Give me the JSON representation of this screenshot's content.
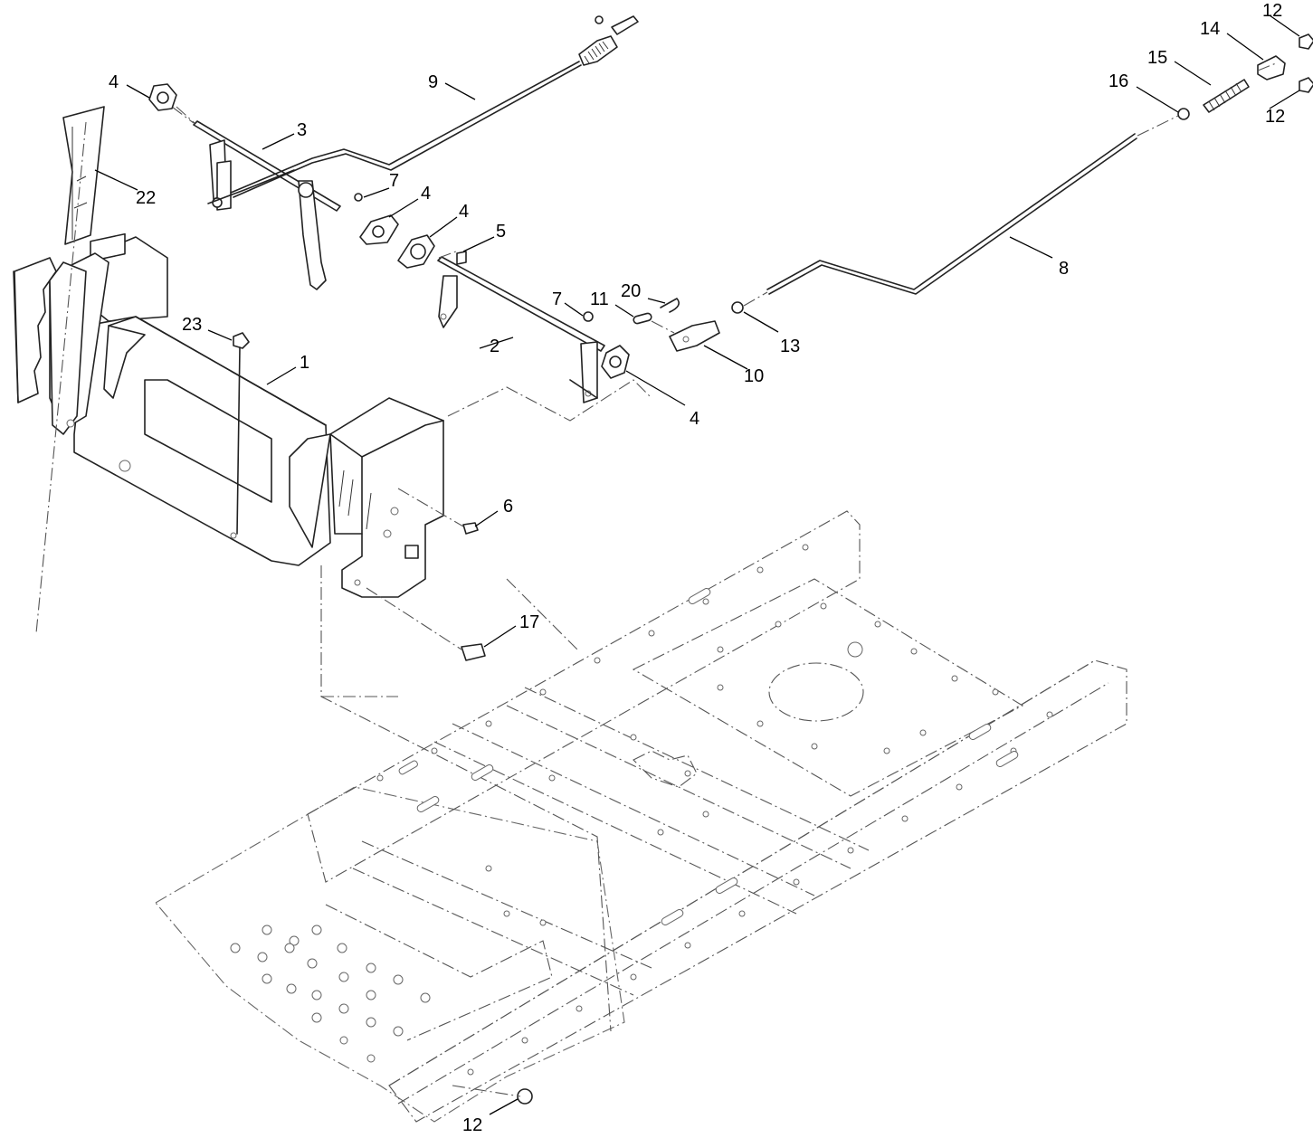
{
  "callouts": [
    {
      "id": "c1",
      "label": "1"
    },
    {
      "id": "c2",
      "label": "2"
    },
    {
      "id": "c3",
      "label": "3"
    },
    {
      "id": "c4a",
      "label": "4"
    },
    {
      "id": "c4b",
      "label": "4"
    },
    {
      "id": "c4c",
      "label": "4"
    },
    {
      "id": "c4d",
      "label": "4"
    },
    {
      "id": "c5",
      "label": "5"
    },
    {
      "id": "c6",
      "label": "6"
    },
    {
      "id": "c7a",
      "label": "7"
    },
    {
      "id": "c7b",
      "label": "7"
    },
    {
      "id": "c8",
      "label": "8"
    },
    {
      "id": "c9",
      "label": "9"
    },
    {
      "id": "c10",
      "label": "10"
    },
    {
      "id": "c11",
      "label": "11"
    },
    {
      "id": "c12a",
      "label": "12"
    },
    {
      "id": "c12b",
      "label": "12"
    },
    {
      "id": "c12c",
      "label": "12"
    },
    {
      "id": "c13",
      "label": "13"
    },
    {
      "id": "c14",
      "label": "14"
    },
    {
      "id": "c15",
      "label": "15"
    },
    {
      "id": "c16",
      "label": "16"
    },
    {
      "id": "c17",
      "label": "17"
    },
    {
      "id": "c20",
      "label": "20"
    },
    {
      "id": "c22",
      "label": "22"
    },
    {
      "id": "c23",
      "label": "23"
    }
  ]
}
